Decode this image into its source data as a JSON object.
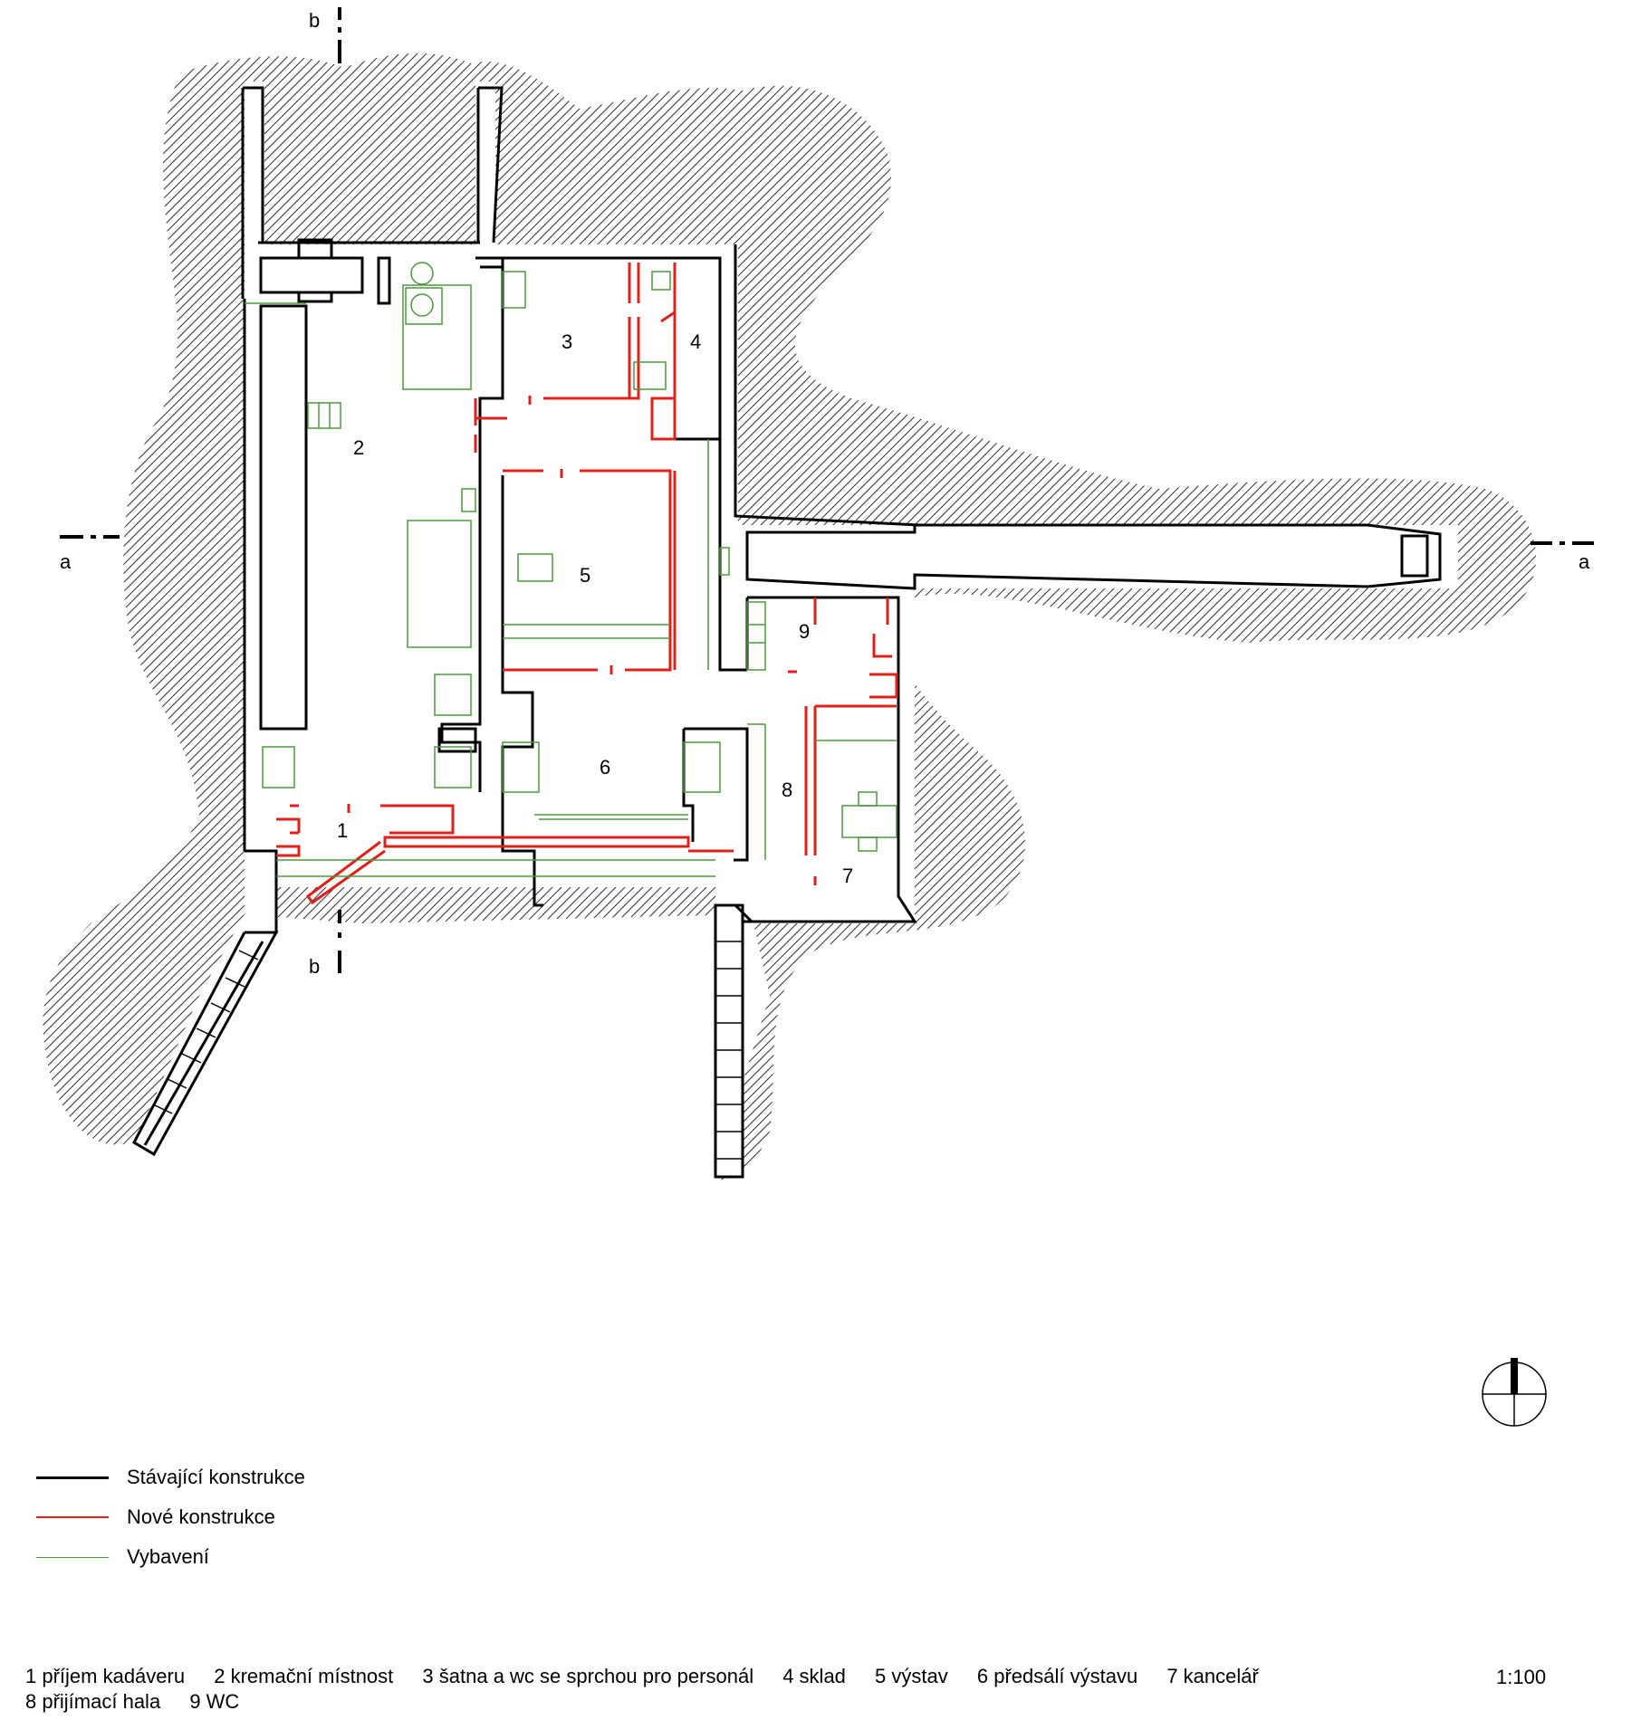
{
  "sections": {
    "a_left": "a",
    "a_right": "a",
    "b_top": "b",
    "b_bottom": "b"
  },
  "room_numbers": [
    "1",
    "2",
    "3",
    "4",
    "5",
    "6",
    "7",
    "8",
    "9"
  ],
  "legend": [
    {
      "label": "Stávající konstrukce",
      "color": "#000000"
    },
    {
      "label": "Nové konstrukce",
      "color": "#e0201b"
    },
    {
      "label": "Vybavení",
      "color": "#4a9a3c"
    }
  ],
  "rooms_caption": [
    "1 příjem kadáveru",
    "2 kremační místnost",
    "3 šatna a wc se sprchou pro personál",
    "4 sklad",
    "5 výstav",
    "6 předsálí výstavu",
    "7 kancelář",
    "8 přijímací hala",
    "9 WC"
  ],
  "scale": "1:100",
  "icons": [
    "north-arrow-icon"
  ]
}
